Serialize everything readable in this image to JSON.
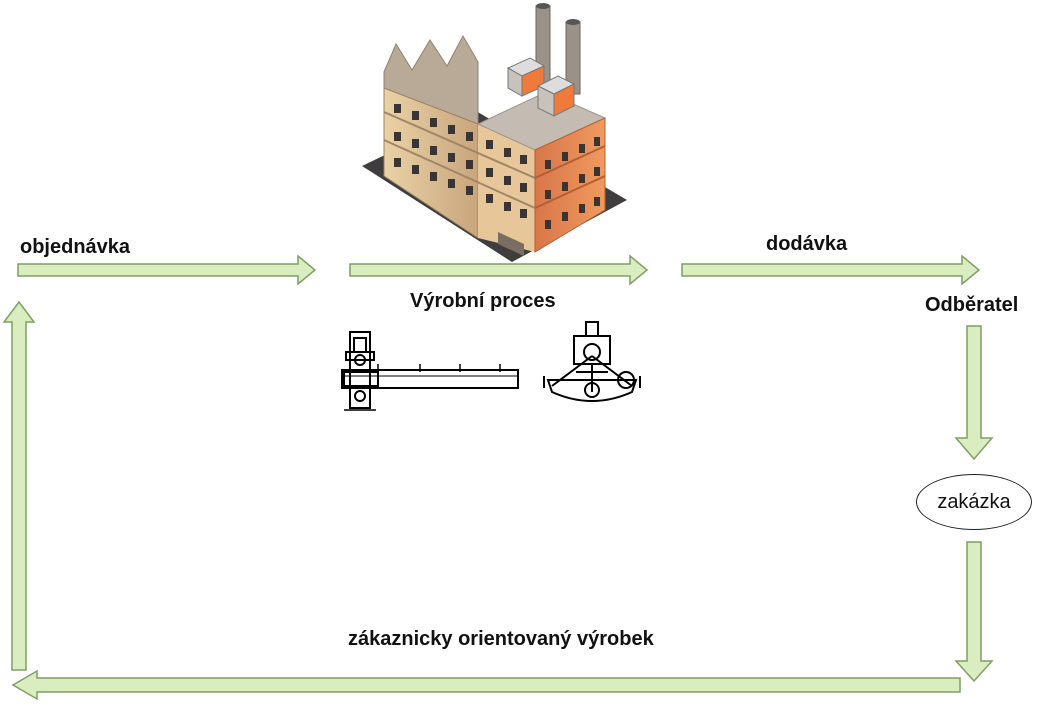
{
  "labels": {
    "order": "objednávka",
    "delivery": "dodávka",
    "production": "Výrobní proces",
    "customer": "Odběratel",
    "job": "zakázka",
    "product": "zákaznicky orientovaný výrobek"
  },
  "colors": {
    "arrow_fill": "#d9edc1",
    "arrow_stroke": "#7f9f63",
    "factory_front": "#e58a52",
    "factory_side": "#e8cfa3",
    "factory_roof": "#b9b1a6"
  },
  "icons": [
    "factory-icon",
    "machine-beam-icon",
    "machine-pendulum-icon"
  ]
}
